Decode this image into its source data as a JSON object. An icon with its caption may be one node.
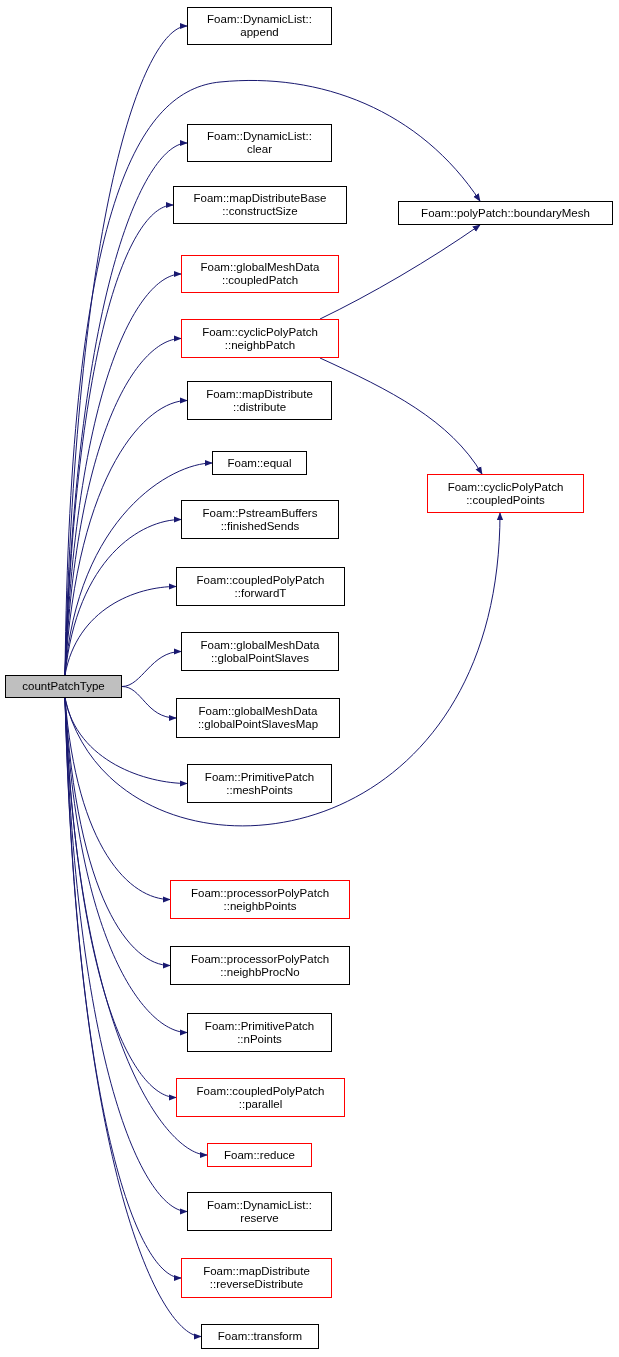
{
  "diagram": {
    "nodes": [
      {
        "text": [
          "countPatchType"
        ]
      },
      {
        "text": [
          "Foam::DynamicList:: append"
        ]
      },
      {
        "text": [
          "Foam::DynamicList:: clear"
        ]
      },
      {
        "text": [
          "Foam::mapDistributeBase ::constructSize"
        ]
      },
      {
        "text": [
          "Foam::globalMeshData ::coupledPatch"
        ]
      },
      {
        "text": [
          "Foam::cyclicPolyPatch ::neighbPatch"
        ]
      },
      {
        "text": [
          "Foam::mapDistribute ::distribute"
        ]
      },
      {
        "text": [
          "Foam::equal"
        ]
      },
      {
        "text": [
          "Foam::PstreamBuffers ::finishedSends"
        ]
      },
      {
        "text": [
          "Foam::coupledPolyPatch ::forwardT"
        ]
      },
      {
        "text": [
          "Foam::globalMeshData ::globalPointSlaves"
        ]
      },
      {
        "text": [
          "Foam::globalMeshData ::globalPointSlavesMap"
        ]
      },
      {
        "text": [
          "Foam::PrimitivePatch ::meshPoints"
        ]
      },
      {
        "text": [
          "Foam::processorPolyPatch ::neighbPoints"
        ]
      },
      {
        "text": [
          "Foam::processorPolyPatch ::neighbProcNo"
        ]
      },
      {
        "text": [
          "Foam::PrimitivePatch ::nPoints"
        ]
      },
      {
        "text": [
          "Foam::coupledPolyPatch ::parallel"
        ]
      },
      {
        "text": [
          "Foam::reduce"
        ]
      },
      {
        "text": [
          "Foam::DynamicList:: reserve"
        ]
      },
      {
        "text": [
          "Foam::mapDistribute ::reverseDistribute"
        ]
      },
      {
        "text": [
          "Foam::transform"
        ]
      },
      {
        "text": [
          "Foam::polyPatch::boundaryMesh"
        ]
      },
      {
        "text": [
          "Foam::cyclicPolyPatch ::coupledPoints"
        ]
      }
    ],
    "edges": [
      {
        "from": 0,
        "to": 1,
        "arrow": "to"
      },
      {
        "from": 0,
        "to": 21,
        "arrow": "to"
      },
      {
        "from": 0,
        "to": 2,
        "arrow": "to"
      },
      {
        "from": 0,
        "to": 3,
        "arrow": "to"
      },
      {
        "from": 0,
        "to": 4,
        "arrow": "to"
      },
      {
        "from": 0,
        "to": 5,
        "arrow": "to"
      },
      {
        "from": 0,
        "to": 6,
        "arrow": "to"
      },
      {
        "from": 0,
        "to": 7,
        "arrow": "to"
      },
      {
        "from": 0,
        "to": 8,
        "arrow": "to"
      },
      {
        "from": 0,
        "to": 9,
        "arrow": "to"
      },
      {
        "from": 0,
        "to": 10,
        "arrow": "to"
      },
      {
        "from": 0,
        "to": 11,
        "arrow": "to"
      },
      {
        "from": 0,
        "to": 12,
        "arrow": "to"
      },
      {
        "from": 0,
        "to": 22,
        "arrow": "to"
      },
      {
        "from": 0,
        "to": 13,
        "arrow": "to"
      },
      {
        "from": 0,
        "to": 14,
        "arrow": "to"
      },
      {
        "from": 0,
        "to": 15,
        "arrow": "to"
      },
      {
        "from": 0,
        "to": 16,
        "arrow": "to"
      },
      {
        "from": 0,
        "to": 17,
        "arrow": "to"
      },
      {
        "from": 0,
        "to": 18,
        "arrow": "to"
      },
      {
        "from": 0,
        "to": 19,
        "arrow": "to"
      },
      {
        "from": 0,
        "to": 20,
        "arrow": "to"
      },
      {
        "from": 5,
        "to": 21,
        "arrow": "to"
      },
      {
        "from": 5,
        "to": 22,
        "arrow": "to"
      }
    ]
  }
}
